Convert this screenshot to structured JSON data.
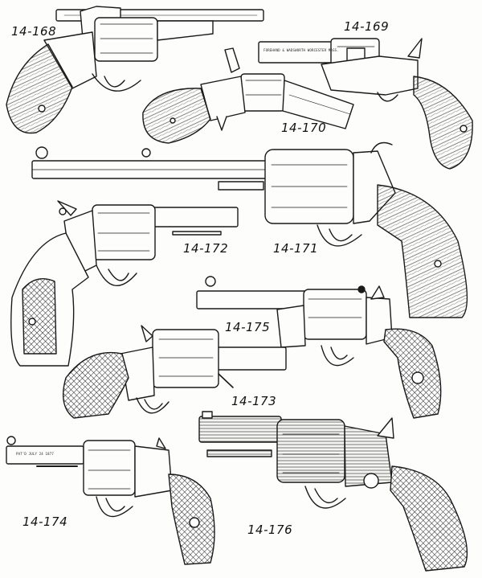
{
  "labels": {
    "r168": "14-168",
    "r169": "14-169",
    "r170": "14-170",
    "r171": "14-171",
    "r172": "14-172",
    "r173": "14-173",
    "r174": "14-174",
    "r175": "14-175",
    "r176": "14-176"
  },
  "stamps": {
    "r169_barrel": "FOREHAND & WADSWORTH WORCESTER MASS.",
    "r174_barrel": "PAT'D JULY 24 1877"
  },
  "colors": {
    "ink": "#1a1a1a",
    "paper": "#fdfdfb",
    "grip_fill": "#e9e6de"
  }
}
